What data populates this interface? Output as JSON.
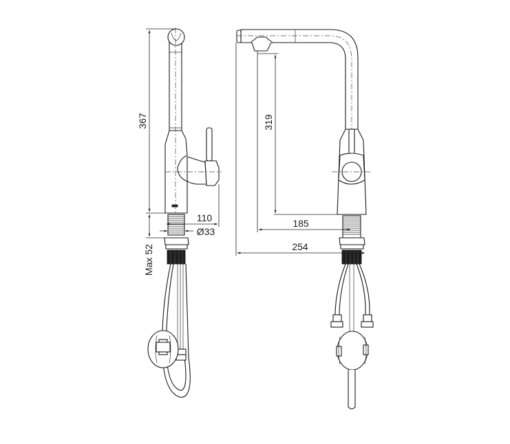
{
  "drawing": {
    "subject": "Kitchen faucet with pull-out spray – dimensional drawing",
    "units": "mm",
    "side_view": {
      "dimensions": {
        "total_height": "367",
        "base_depth": "110",
        "shank_diameter": "Ø33",
        "max_counter_thickness": "Max 52"
      }
    },
    "front_view": {
      "dimensions": {
        "spout_clearance_height": "319",
        "spout_reach_to_center": "185",
        "spout_reach_overall": "254"
      }
    }
  },
  "colors": {
    "line": "#1a1a1a",
    "background": "#ffffff"
  }
}
